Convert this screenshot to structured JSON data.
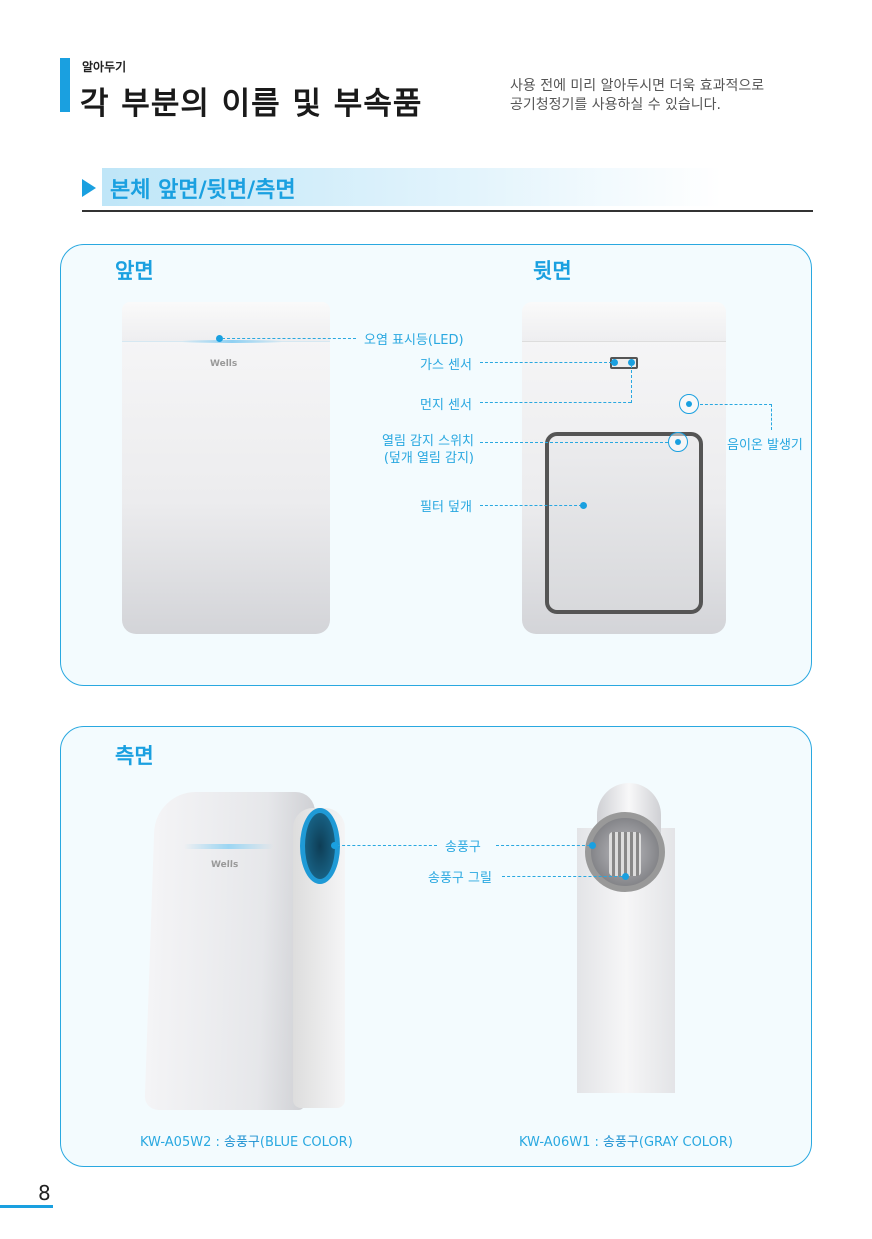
{
  "header": {
    "kicker": "알아두기",
    "title": "각 부분의 이름 및 부속품",
    "intro_line1": "사용 전에 미리 알아두시면 더욱 효과적으로",
    "intro_line2": "공기청정기를 사용하실 수 있습니다."
  },
  "section": {
    "title": "본체 앞면/뒷면/측면"
  },
  "front_back": {
    "front_title": "앞면",
    "back_title": "뒷면",
    "brand": "Wells",
    "labels": {
      "led": "오염 표시등(LED)",
      "gas": "가스 센서",
      "dust": "먼지 센서",
      "switch_line1": "열림 감지 스위치",
      "switch_line2": "(덮개 열림 감지)",
      "filter_cover": "필터 덮개",
      "ion": "음이온 발생기"
    }
  },
  "side": {
    "title": "측면",
    "brand": "Wells",
    "labels": {
      "outlet": "송풍구",
      "grille": "송풍구 그릴"
    },
    "caption1_model": "KW-A05W2 : ",
    "caption1_name": "송풍구",
    "caption1_color": "(BLUE COLOR)",
    "caption2_model": "KW-A06W1 : ",
    "caption2_name": "송풍구",
    "caption2_color": "(GRAY COLOR)"
  },
  "footer": {
    "page_number": "8"
  }
}
